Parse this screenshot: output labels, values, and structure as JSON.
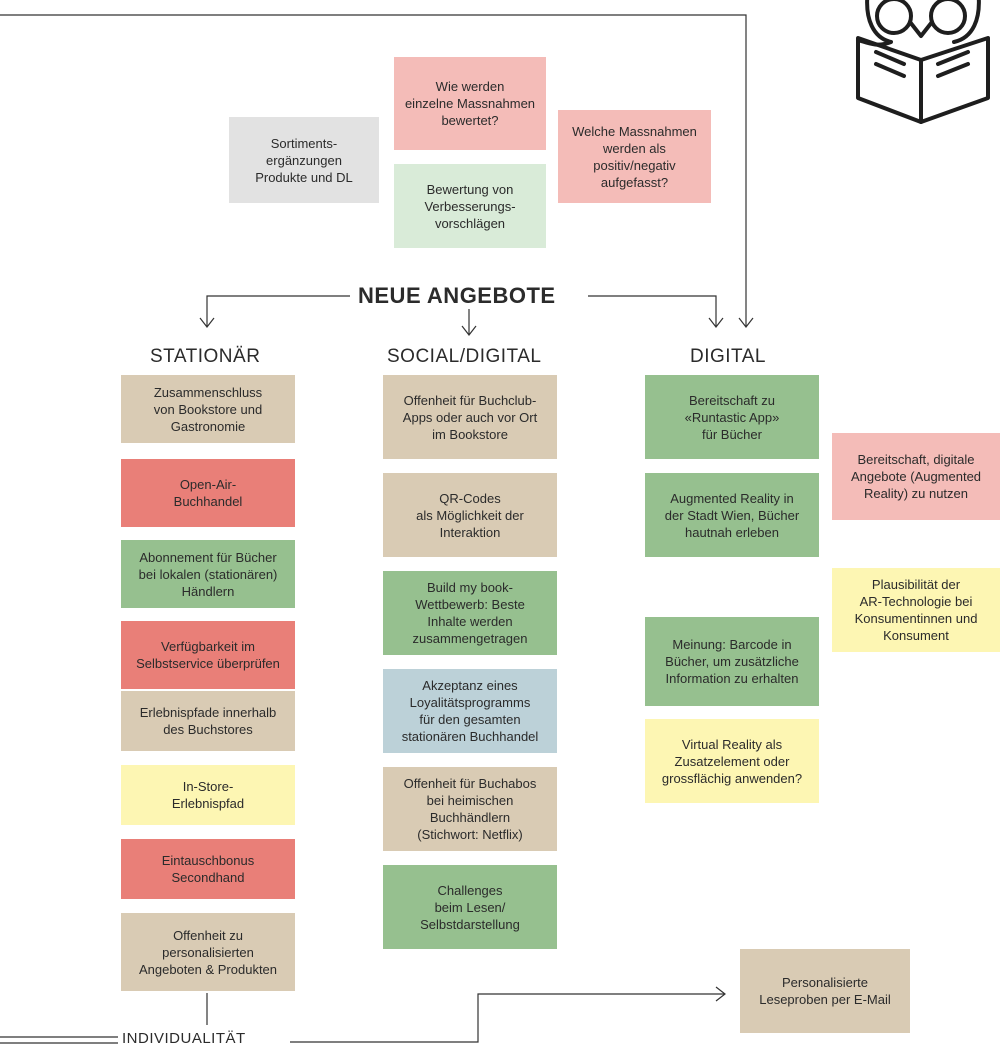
{
  "title": "NEUE ANGEBOTE",
  "bottom_label": "INDIVIDUALITÄT",
  "columns": {
    "stationaer": "STATIONÄR",
    "social": "SOCIAL/DIGITAL",
    "digital": "DIGITAL"
  },
  "top_notes": {
    "sortiment": "Sortiments-\nergänzungen\nProdukte und DL",
    "bewertet": "Wie werden\neinzelne Massnahmen\nbewertet?",
    "positiv": "Welche Massnahmen\nwerden als\npositiv/negativ\naufgefasst?",
    "verbesserung": "Bewertung von\nVerbesserungs-\nvorschlägen"
  },
  "stationaer_notes": [
    "Zusammenschluss\nvon Bookstore und\nGastronomie",
    "Open-Air-\nBuchhandel",
    "Abonnement für Bücher\nbei lokalen (stationären)\nHändlern",
    "Verfügbarkeit im\nSelbstservice überprüfen",
    "Erlebnispfade innerhalb\ndes Buchstores",
    "In-Store-\nErlebnispfad",
    "Eintauschbonus\nSecondhand",
    "Offenheit zu\npersonalisierten\nAngeboten & Produkten"
  ],
  "social_notes": [
    "Offenheit für Buchclub-\nApps oder auch vor Ort\nim Bookstore",
    "QR-Codes\nals Möglichkeit der\nInteraktion",
    "Build my book-\nWettbewerb: Beste\nInhalte werden\nzusammengetragen",
    "Akzeptanz eines\nLoyalitätsprogramms\nfür den gesamten\nstationären Buchhandel",
    "Offenheit für Buchabos\nbei heimischen\nBuchhändlern\n(Stichwort: Netflix)",
    "Challenges\nbeim Lesen/\nSelbstdarstellung"
  ],
  "digital_notes": [
    "Bereitschaft zu\n«Runtastic App»\nfür Bücher",
    "Augmented Reality in\nder Stadt Wien, Bücher\nhautnah erleben",
    "Meinung: Barcode in\nBücher, um zusätzliche\nInformation zu erhalten",
    "Virtual Reality als\nZusatzelement oder\ngrossflächig anwenden?"
  ],
  "side_notes": {
    "ar_digital": "Bereitschaft, digitale\nAngebote (Augmented\nReality) zu nutzen",
    "ar_plausibel": "Plausibilität der\nAR-Technologie bei\nKonsumentinnen und\nKonsument"
  },
  "leseproben": "Personalisierte\nLeseproben per E-Mail",
  "icon": "owl-reading-book-icon",
  "colors": {
    "tan": "#d9cbb4",
    "red": "#e97f78",
    "green": "#96c08f",
    "pink": "#f4bcb8",
    "yellow": "#fdf6b3",
    "mint": "#d9ebd8",
    "gray": "#e2e2e2",
    "blue": "#bcd1d8"
  }
}
